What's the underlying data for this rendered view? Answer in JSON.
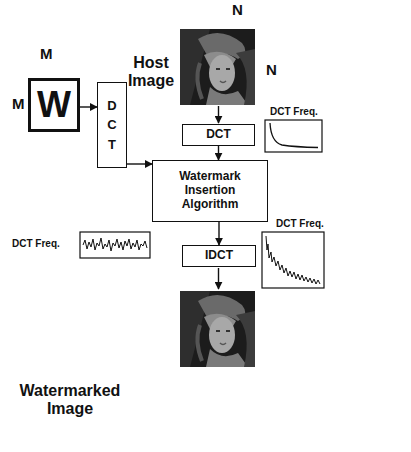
{
  "diagram": {
    "nodes": [
      {
        "text": [
          "DCT"
        ]
      },
      {
        "text": [
          "W"
        ]
      },
      {
        "text": [
          "D C T"
        ]
      },
      {
        "text": [
          "Watermark Insertion Algorithm"
        ]
      },
      {
        "text": [
          "IDCT"
        ]
      }
    ],
    "edges": [
      {
        "from": 1,
        "to": 2,
        "arrow": "to"
      },
      {
        "from": 2,
        "to": 3,
        "arrow": "to"
      },
      {
        "from": 0,
        "to": 3,
        "arrow": "to"
      },
      {
        "from": 3,
        "to": 4,
        "arrow": "to"
      }
    ],
    "labels": [
      "N",
      "M",
      "Host Image",
      "N",
      "M",
      "DCT Freq.",
      "DCT Freq.",
      "DCT Freq.",
      "Watermarked Image"
    ]
  }
}
